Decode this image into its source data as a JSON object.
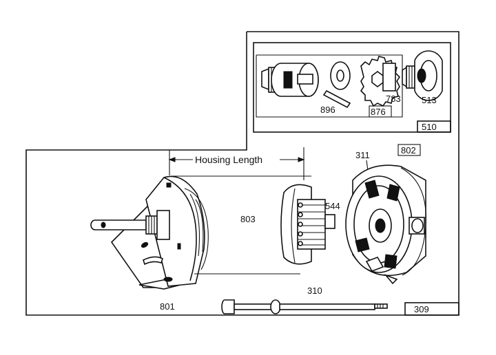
{
  "diagram": {
    "dimension_label": "Housing Length",
    "callouts": {
      "p896": "896",
      "p876": "876",
      "p783": "783",
      "p513": "513",
      "p510": "510",
      "p311": "311",
      "p802": "802",
      "p803": "803",
      "p544": "544",
      "p310": "310",
      "p309": "309",
      "p801": "801"
    }
  }
}
